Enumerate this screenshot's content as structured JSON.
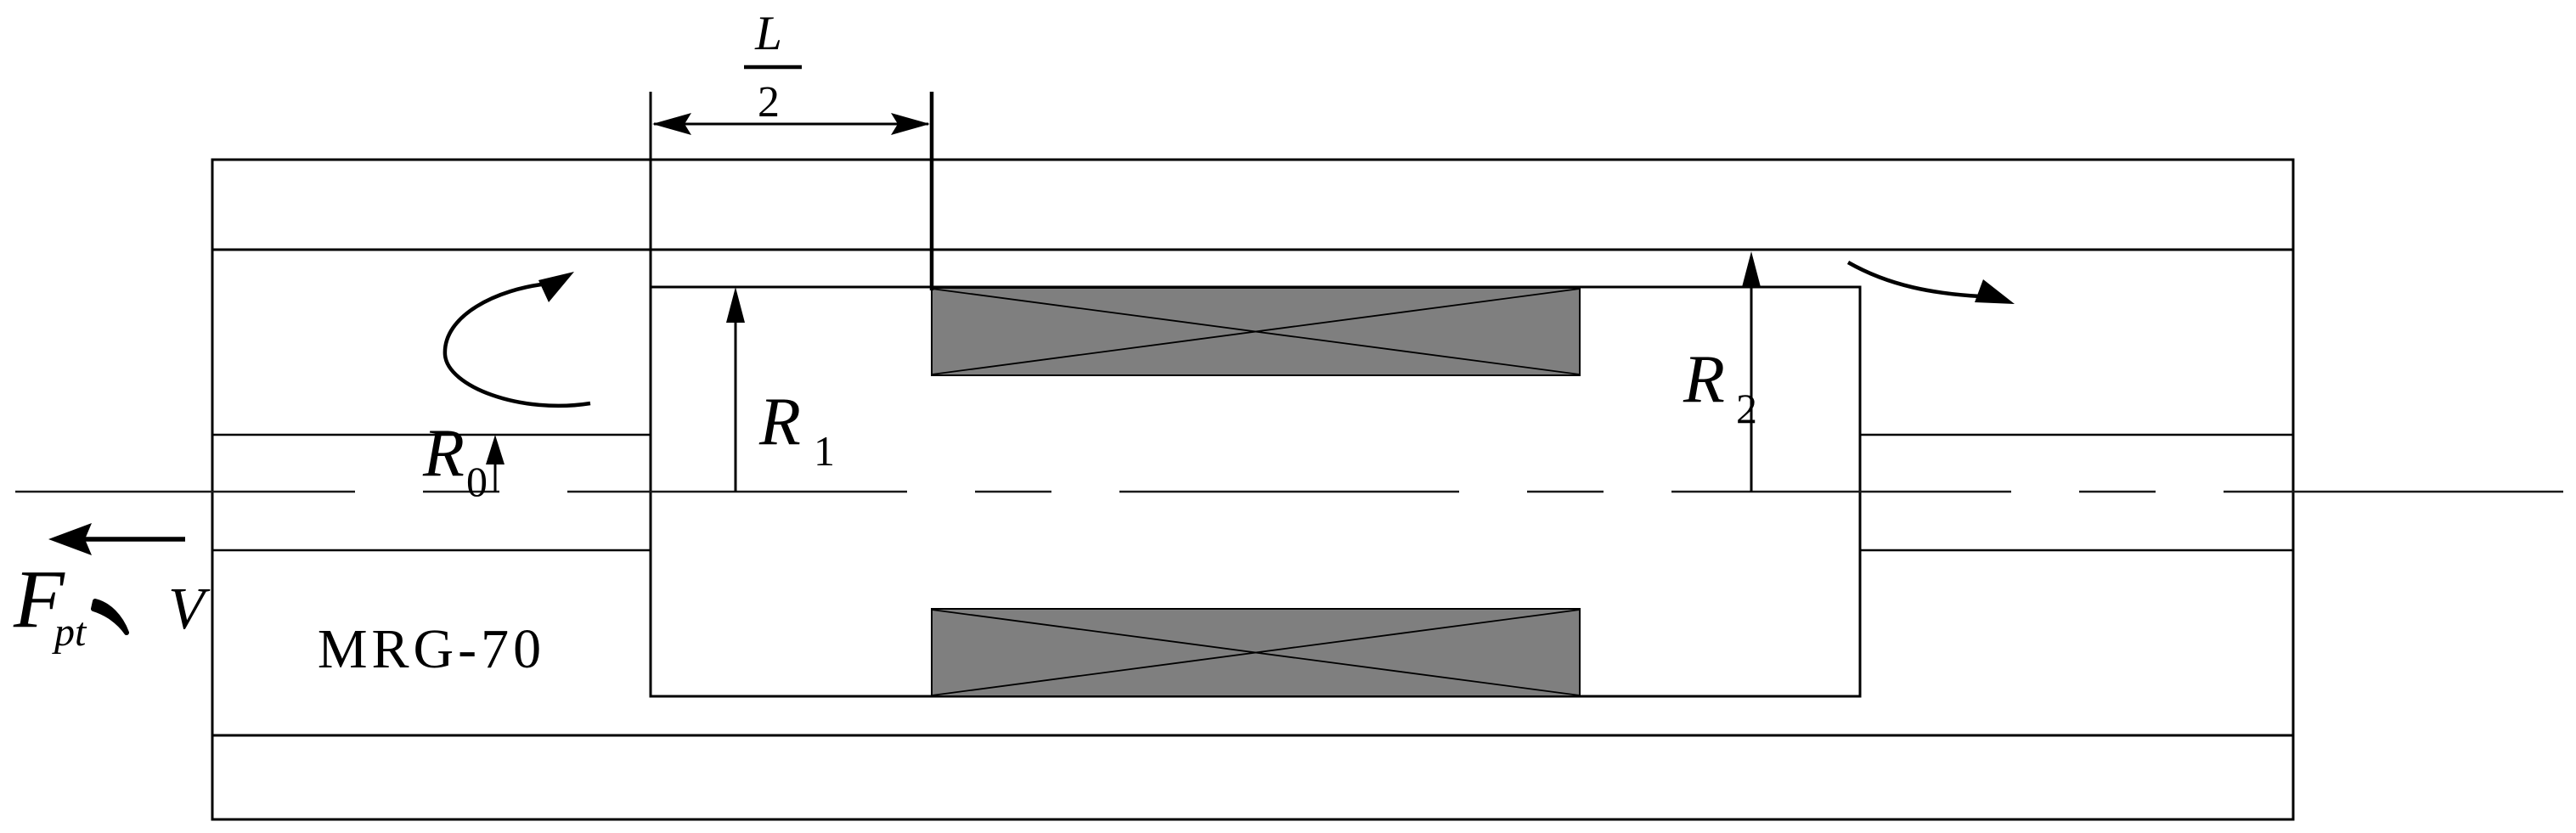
{
  "colors": {
    "background": "#ffffff",
    "line": "#000000",
    "coil_fill": "#7f7f7f",
    "centerline": "#1a1a1a"
  },
  "labels": {
    "dimension": {
      "numerator": "L",
      "denominator": "2"
    },
    "radius_rod": {
      "base": "R",
      "sub": "0"
    },
    "radius_piston": {
      "base": "R",
      "sub": "1"
    },
    "radius_cylinder": {
      "base": "R",
      "sub": "2"
    },
    "force": {
      "base": "F",
      "sub": "pt"
    },
    "separator": "、",
    "velocity": "V",
    "material": "MRG-70"
  }
}
